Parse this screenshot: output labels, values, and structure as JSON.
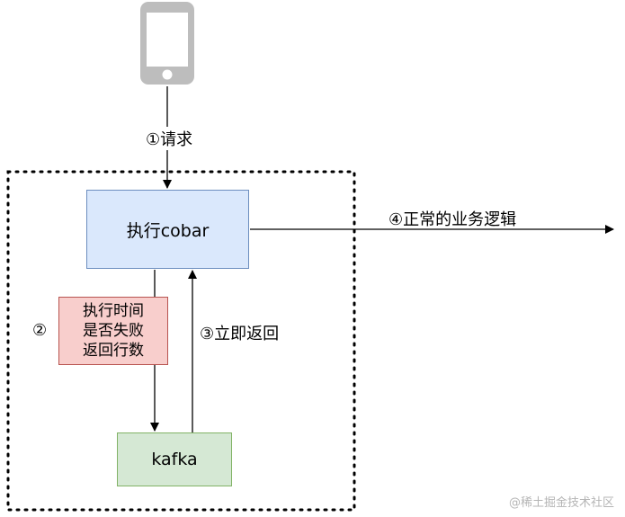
{
  "nodes": {
    "cobar": "执行cobar",
    "kafka": "kafka",
    "note_lines": [
      "执行时间",
      "是否失败",
      "返回行数"
    ]
  },
  "labels": {
    "request": "①请求",
    "step2": "②",
    "step3": "③立即返回",
    "step4": "④正常的业务逻辑"
  },
  "watermark": "@稀土掘金技术社区",
  "colors": {
    "cobar_fill": "#dae8fc",
    "cobar_border": "#6c8ebf",
    "kafka_fill": "#d5e8d4",
    "kafka_border": "#82b366",
    "note_fill": "#f8cecc",
    "note_border": "#b85450",
    "phone_gray": "#bdbdbd"
  },
  "icons": {
    "client": "phone-icon"
  }
}
